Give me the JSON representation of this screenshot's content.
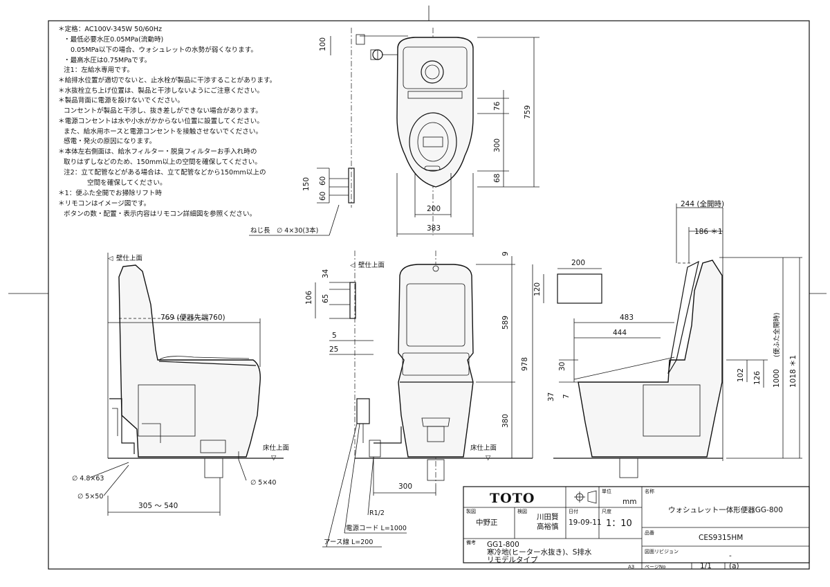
{
  "notes": [
    "＊定格：AC100V-345W 50/60Hz",
    "・最低必要水圧0.05MPa(流動時)",
    "0.05MPa以下の場合、ウォシュレットの水勢が弱くなります。",
    "・最高水圧は0.75MPaです。",
    "注1：左給水専用です。",
    "＊給排水位置が適切でないと、止水栓が製品に干渉することがあります。",
    "＊水抜栓立ち上げ位置は、製品と干渉しないようにご注意ください。",
    "＊製品背面に電源を設けないでください。",
    "コンセントが製品と干渉し、抜き差しができない場合があります。",
    "＊電源コンセントは水や小水がかからない位置に設置してください。",
    "また、給水用ホースと電源コンセントを接触させないでください。",
    "感電・発火の原因になります。",
    "＊本体左右側面は、給水フィルター・脱臭フィルターお手入れ時の",
    "取りはずしなどのため、150mm以上の空間を確保してください。",
    "注2：立て配管などがある場合は、立て配管などから150mm以上の",
    "空間を確保してください。",
    "＊1：便ふた全開でお掃除リフト時",
    "＊リモコンはイメージ図です。",
    "ボタンの数・配置・表示内容はリモコン詳細図を参照ください。"
  ],
  "labels": {
    "wall_top": "壁仕上面",
    "wall_top_front": "壁仕上面",
    "floor_left": "床仕上面",
    "floor_front": "床仕上面",
    "screw": "ねじ長　∅ 4×30(3本)",
    "pipe_a": "∅ 4.8×63",
    "pipe_b": "∅ 5×50",
    "pipe_c": "∅ 5×40",
    "rc": "R1/2",
    "power_cord": "電源コード L=1000",
    "earth_wire": "アース線 L=200",
    "size_note": "A3"
  },
  "dims": {
    "top_100": "100",
    "top_759": "759",
    "top_76": "76",
    "top_300": "300",
    "top_68": "68",
    "top_200": "200",
    "top_383": "383",
    "rem_150": "150",
    "rem_60a": "60",
    "rem_60b": "60",
    "side_769": "769 (便器先端760)",
    "side_305": "305 ～ 540",
    "front_9": "9",
    "front_34": "34",
    "front_106": "106",
    "front_65": "65",
    "front_589": "589",
    "front_978": "978",
    "front_5": "5",
    "front_25": "25",
    "front_380": "380",
    "front_300": "300",
    "right_244": "244 (全開時)",
    "right_186": "186 ＊1",
    "right_200": "200",
    "right_120": "120",
    "right_483": "483",
    "right_444": "444",
    "right_30": "30",
    "right_37": "37",
    "right_7": "7",
    "right_102": "102",
    "right_126": "126",
    "right_1000": "1000",
    "right_1000_note": "(便ふた全開時)",
    "right_1018": "1018 ＊1"
  },
  "title_block": {
    "logo": "TOTO",
    "unit_label": "単位",
    "unit": "mm",
    "name_label": "名称",
    "product_name": "ウォシュレット一体形便器GG-800",
    "draw_label": "製図",
    "drafter": "中野正",
    "check_label": "検図",
    "checker1": "川田賢",
    "checker2": "高裕慎",
    "date_label": "日付",
    "date": "19-09-11",
    "scale_label": "尺度",
    "scale": "1：10",
    "number_label": "品番",
    "product_number": "CES9315HM",
    "remarks_label": "備考",
    "remarks1": "GG1-800",
    "remarks2": "寒冷地(ヒーター水抜き)、S排水",
    "remarks3": "リモデルタイプ",
    "revision_label": "図面リビジョン",
    "revision": "-",
    "page_label": "ページNo",
    "page": "1/1",
    "page_suffix": "(a)"
  }
}
